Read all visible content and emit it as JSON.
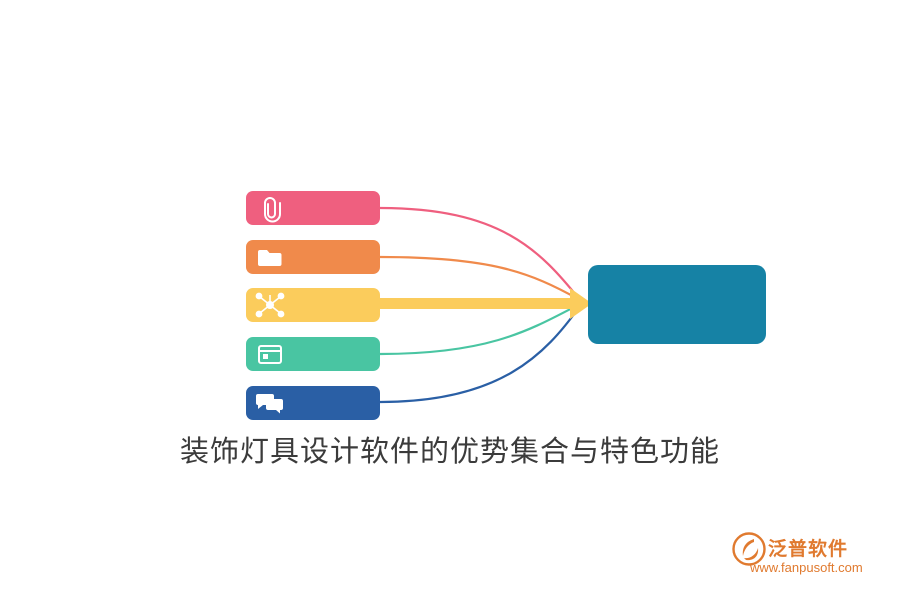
{
  "diagram": {
    "type": "converging-flow",
    "caption": "装饰灯具设计软件的优势集合与特色功能",
    "hub": {
      "color": "#1682a5",
      "label": ""
    },
    "items": [
      {
        "icon": "paperclip-icon",
        "color": "#ef5f7f",
        "label": "",
        "curve": "#ef5f7f"
      },
      {
        "icon": "folder-icon",
        "color": "#f08a4b",
        "label": "",
        "curve": "#f08a4b"
      },
      {
        "icon": "network-nodes-icon",
        "color": "#fbcc5c",
        "label": "",
        "curve": "#fbcc5c"
      },
      {
        "icon": "browser-window-icon",
        "color": "#49c5a2",
        "label": "",
        "curve": "#49c5a2"
      },
      {
        "icon": "chat-bubbles-icon",
        "color": "#2a5fa5",
        "label": "",
        "curve": "#2a5fa5"
      }
    ]
  },
  "watermark": {
    "brand": "泛普软件",
    "url": "www.fanpusoft.com",
    "color": "#e07a2f",
    "icon": "fanpu-logo-icon"
  }
}
